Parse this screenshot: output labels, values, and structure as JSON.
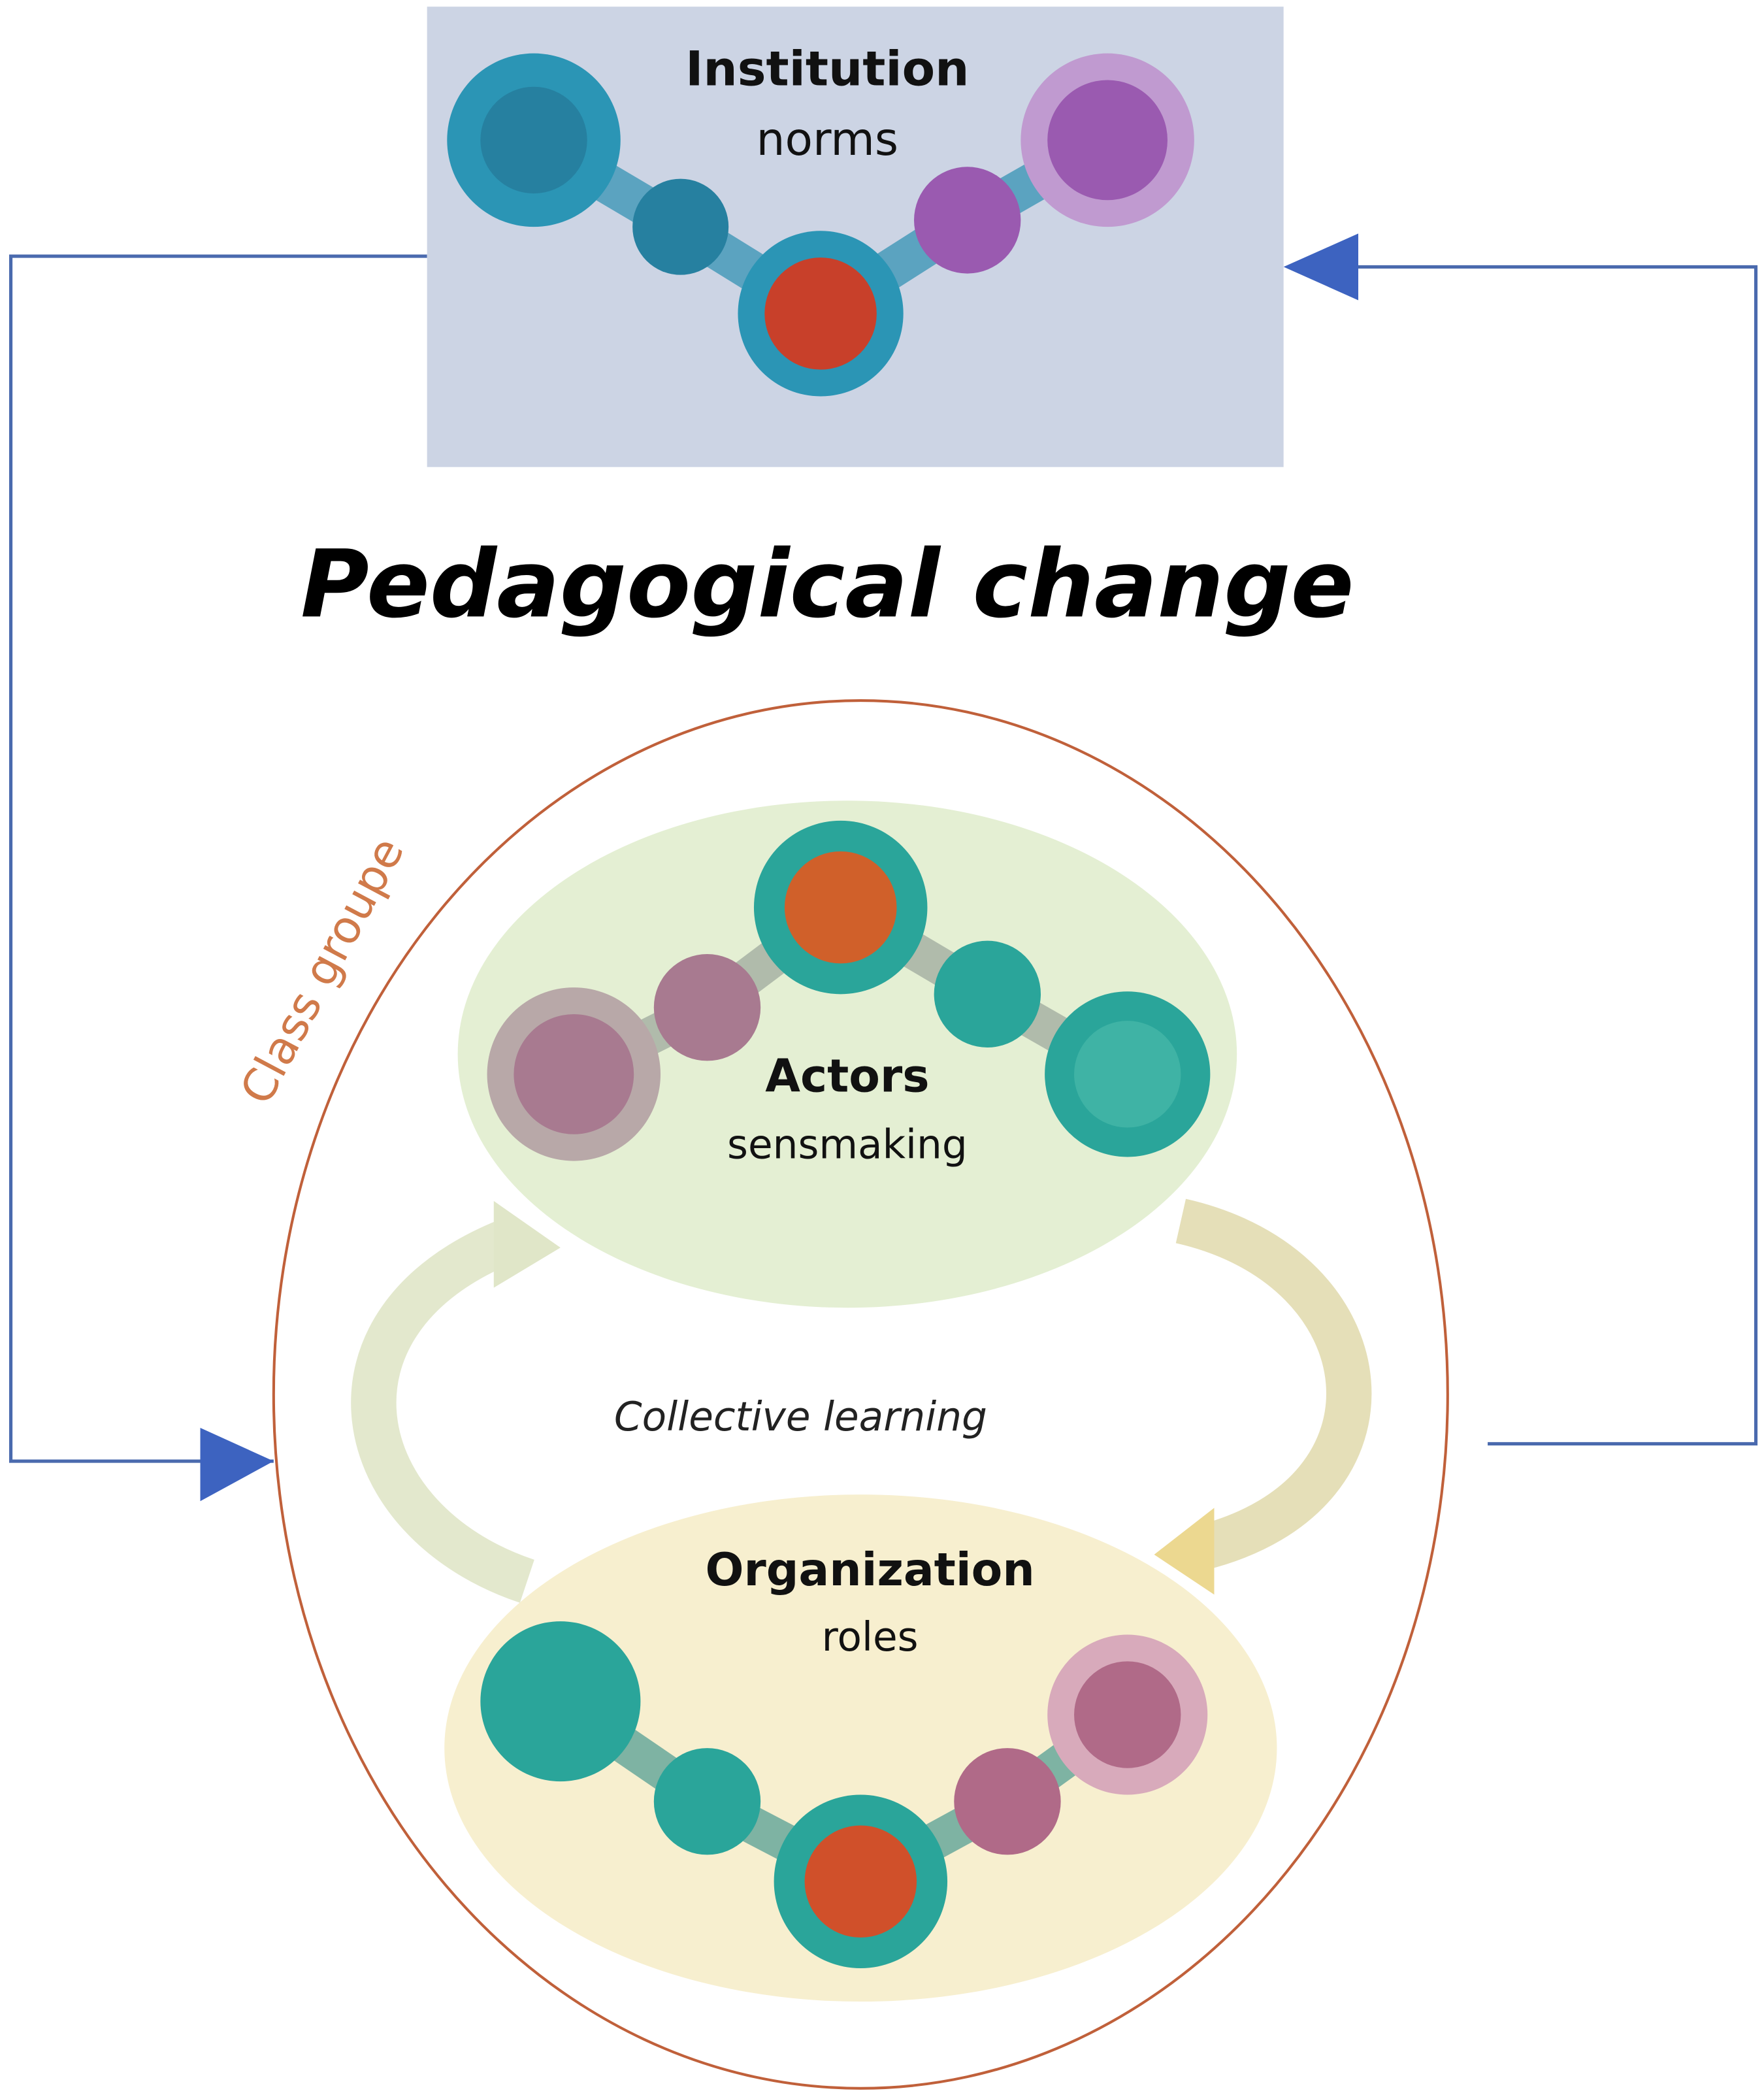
{
  "institution": {
    "title": "Institution",
    "subtitle": "norms"
  },
  "main_title": "Pedagogical change",
  "class_group_label": "Class groupe",
  "actors": {
    "title": "Actors",
    "subtitle": "sensmaking"
  },
  "center_label": "Collective learning",
  "organization": {
    "title": "Organization",
    "subtitle": "roles"
  },
  "colors": {
    "institution_bg": "#ccd4e4",
    "feedback_arrow": "#4a6aae",
    "class_outline": "#c0603a",
    "actors_bg": "#e4efd3",
    "organization_bg": "#f7efcf",
    "teal": "#2aa59a",
    "blue_teal": "#2b95b5",
    "purple": "#9a5ab0",
    "pink": "#a87a90",
    "red_orange": "#c8402a"
  }
}
